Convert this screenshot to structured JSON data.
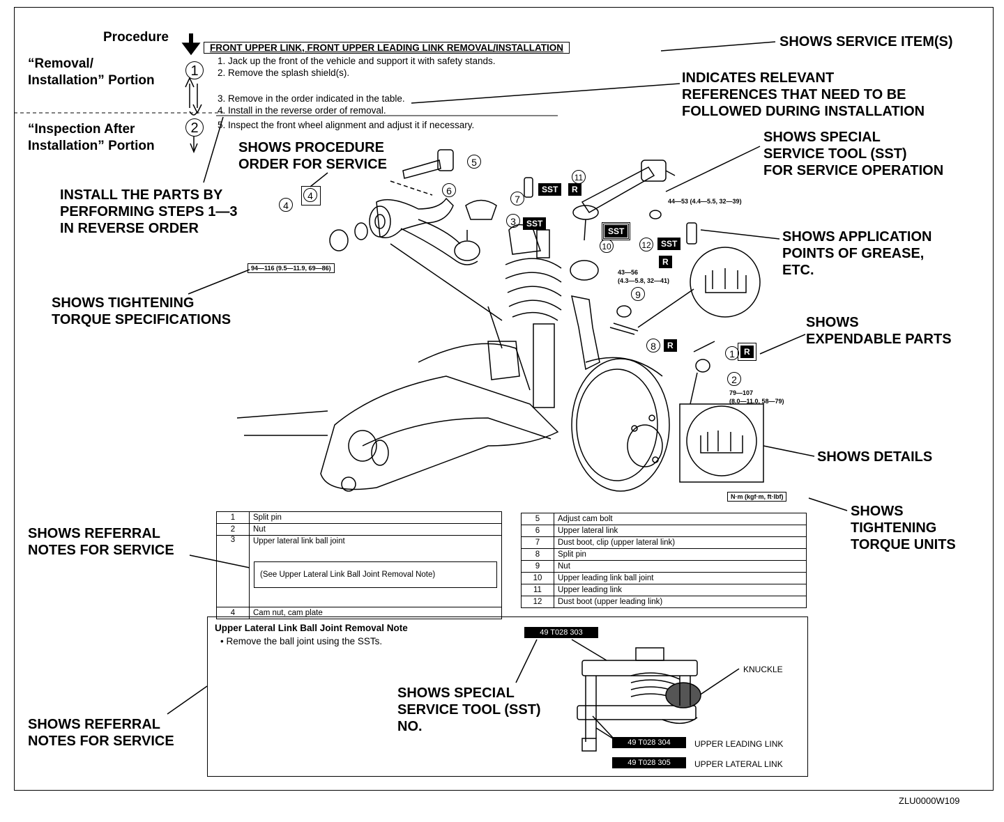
{
  "procedure_label": "Procedure",
  "removal_installation_label": "“Removal/\nInstallation”  Portion",
  "inspection_label": "“Inspection After\nInstallation”  Portion",
  "service_title": "FRONT UPPER LINK, FRONT UPPER LEADING LINK REMOVAL/INSTALLATION",
  "steps": [
    "1. Jack up the front of the vehicle and support it with safety stands.",
    "2. Remove the splash shield(s).",
    "3. Remove in the order indicated in the table.",
    "4. Install in the reverse order of removal.",
    "5. Inspect the front wheel alignment and adjust it if necessary."
  ],
  "portion_markers": [
    "1",
    "2"
  ],
  "callouts": {
    "service_items": "SHOWS SERVICE ITEM(S)",
    "references": "INDICATES RELEVANT\nREFERENCES THAT NEED TO BE\nFOLLOWED DURING INSTALLATION",
    "special_tool": "SHOWS SPECIAL\nSERVICE TOOL (SST)\nFOR SERVICE OPERATION",
    "procedure_order": "SHOWS PROCEDURE\nORDER FOR SERVICE",
    "install_parts": "INSTALL THE PARTS BY\nPERFORMING STEPS 1—3\nIN REVERSE ORDER",
    "grease": "SHOWS APPLICATION\nPOINTS OF GREASE,\nETC.",
    "tightening": "SHOWS TIGHTENING\nTORQUE SPECIFICATIONS",
    "expendable": "SHOWS\nEXPENDABLE PARTS",
    "details": "SHOWS DETAILS",
    "torque_units": "SHOWS\nTIGHTENING\nTORQUE UNITS",
    "referral_notes_1": "SHOWS REFERRAL\nNOTES FOR SERVICE",
    "referral_notes_2": "SHOWS REFERRAL\nNOTES FOR SERVICE",
    "sst_no": "SHOWS SPECIAL\nSERVICE TOOL (SST)\nNO."
  },
  "diagram_labels": {
    "sst": "SST",
    "r": "R",
    "torque_1": "94—116 (9.5—11.9, 69—86)",
    "torque_2": "44—53 (4.4—5.5, 32—39)",
    "torque_3": "43—56\n(4.3—5.8, 32—41)",
    "torque_4": "79—107\n(8.0—11.0, 58—79)",
    "torque_units": "N·m (kgf·m, ft·lbf)",
    "part_numbers": [
      "1",
      "2",
      "3",
      "4",
      "5",
      "6",
      "7",
      "8",
      "9",
      "10",
      "11",
      "12"
    ]
  },
  "parts_table_left": [
    {
      "n": "1",
      "name": "Split pin"
    },
    {
      "n": "2",
      "name": "Nut"
    },
    {
      "n": "3",
      "name": "Upper lateral link ball joint"
    },
    {
      "n": "",
      "name": "(See Upper Lateral Link Ball Joint Removal Note)"
    },
    {
      "n": "4",
      "name": "Cam nut, cam plate"
    }
  ],
  "parts_table_right": [
    {
      "n": "5",
      "name": "Adjust cam bolt"
    },
    {
      "n": "6",
      "name": "Upper lateral link"
    },
    {
      "n": "7",
      "name": "Dust boot, clip (upper lateral link)"
    },
    {
      "n": "8",
      "name": "Split pin"
    },
    {
      "n": "9",
      "name": "Nut"
    },
    {
      "n": "10",
      "name": "Upper leading link ball joint"
    },
    {
      "n": "11",
      "name": "Upper leading link"
    },
    {
      "n": "12",
      "name": "Dust boot (upper leading link)"
    }
  ],
  "note": {
    "title": "Upper Lateral Link Ball Joint Removal Note",
    "bullet": "• Remove the ball joint using the SSTs.",
    "sst_main": "49 T028 303",
    "sst_leading": "49 T028 304",
    "sst_lateral": "49 T028 305",
    "knuckle": "KNUCKLE",
    "upper_leading_link": "UPPER LEADING LINK",
    "upper_lateral_link": "UPPER LATERAL LINK"
  },
  "figure_code": "ZLU0000W109"
}
